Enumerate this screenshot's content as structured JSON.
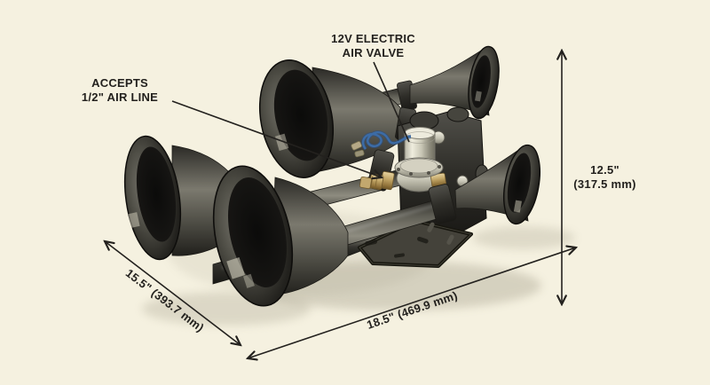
{
  "canvas": {
    "background_color": "#f5f1e0",
    "ink_color": "#23211e"
  },
  "callouts": {
    "air_valve": {
      "line1": "12V ELECTRIC",
      "line2": "AIR VALVE"
    },
    "air_line": {
      "line1": "ACCEPTS",
      "line2": "1/2\" AIR LINE"
    }
  },
  "dimensions": {
    "height": {
      "imperial": "12.5\"",
      "metric": "(317.5 mm)"
    },
    "length": {
      "label": "18.5\" (469.9 mm)"
    },
    "width": {
      "label": "15.5\" (393.7 mm)"
    }
  },
  "illustration": {
    "subject": "five-trumpet train air horn with solenoid valve and mounting bracket",
    "horn_color": "#3a3935",
    "valve_color": "#d9d6c8",
    "brass_color": "#b9985c",
    "wire_color": "#3c6ca6"
  }
}
